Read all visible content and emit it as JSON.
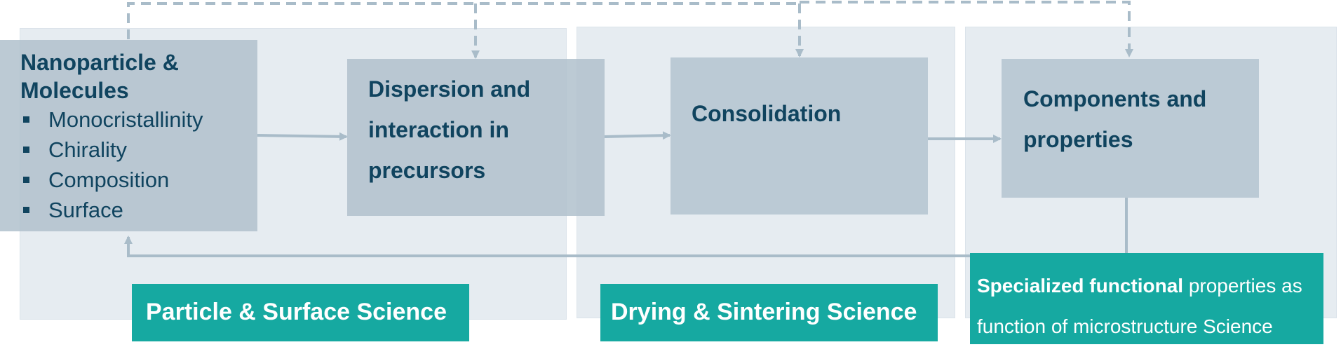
{
  "diagram": {
    "boxes": {
      "nanoparticle": {
        "title": "Nanoparticle & Molecules",
        "items": [
          "Monocristallinity",
          "Chirality",
          "Composition",
          "Surface"
        ]
      },
      "dispersion": {
        "title": "Dispersion and interaction in precursors"
      },
      "consolidation": {
        "title": "Consolidation"
      },
      "components": {
        "title": "Components and properties"
      }
    },
    "labels": {
      "particle_surface": "Particle & Surface Science",
      "drying_sintering": "Drying & Sintering Science",
      "specialized_bold": "Specialized functional",
      "specialized_rest": " properties as function of microstructure Science"
    },
    "colors": {
      "panel": "#e6ecf1",
      "box": "#bbcad5",
      "box_text": "#10445f",
      "label": "#16a9a1",
      "arrow": "#a9bcc9"
    }
  }
}
